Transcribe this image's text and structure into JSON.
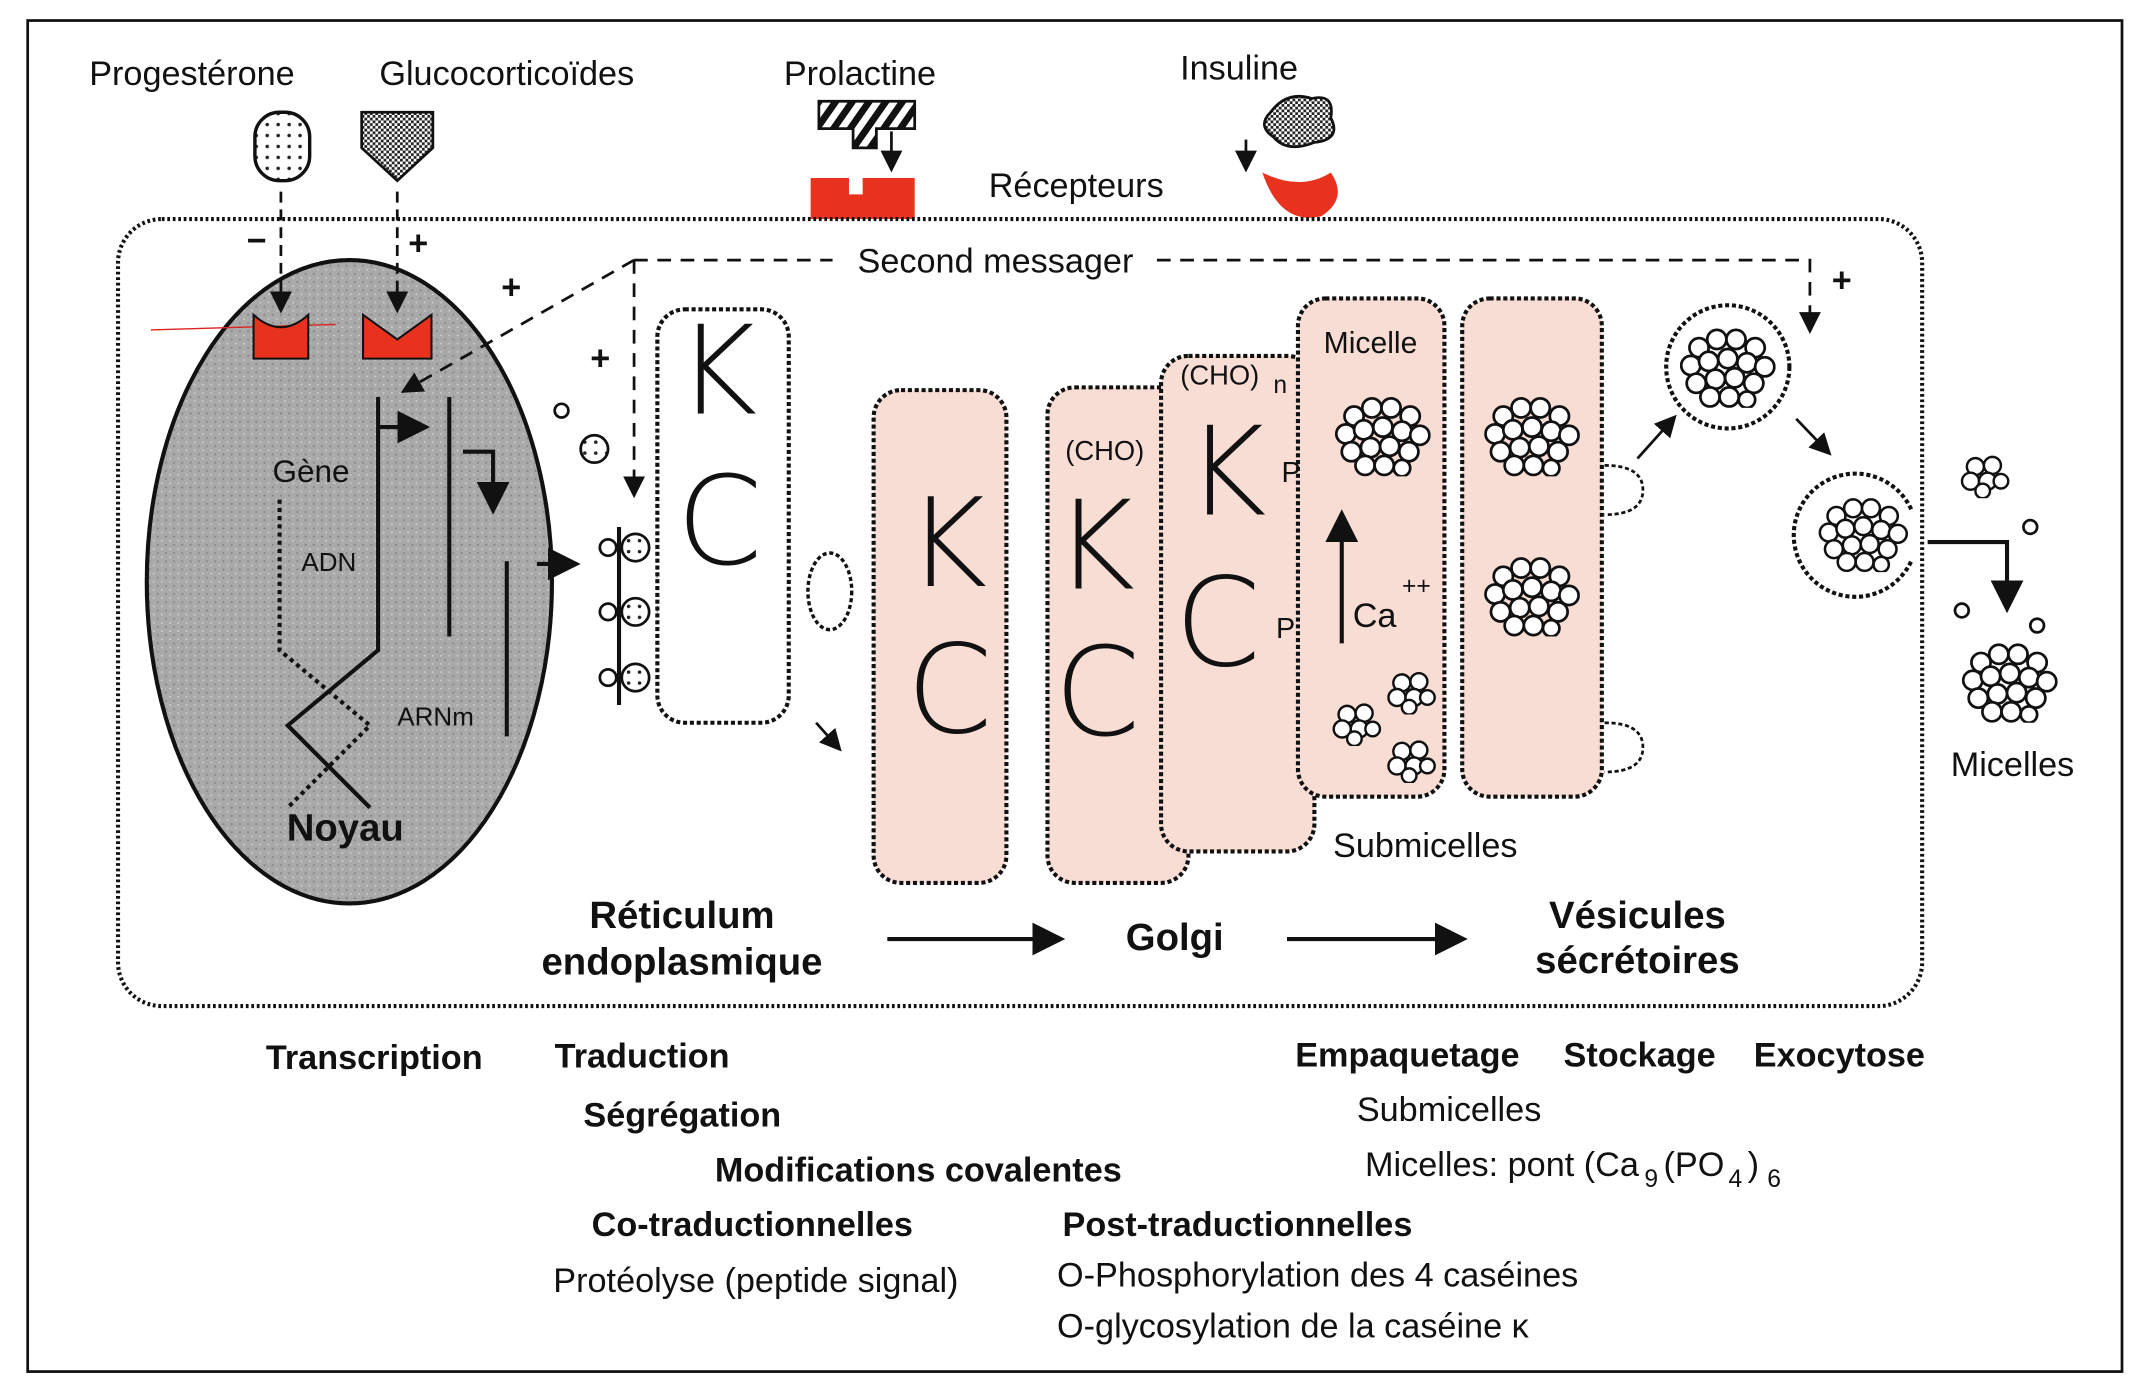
{
  "hormones": {
    "progesterone": "Progestérone",
    "glucocorticoides": "Glucocorticoïdes",
    "prolactine": "Prolactine",
    "insuline": "Insuline",
    "recepteurs": "Récepteurs"
  },
  "signs": {
    "minus": "−",
    "plus": "+"
  },
  "second_messager": "Second messager",
  "nucleus": {
    "gene": "Gène",
    "adn": "ADN",
    "arnm": "ARNm",
    "noyau": "Noyau"
  },
  "proteins": {
    "k": "K",
    "c": "C",
    "cho": "(CHO)",
    "cho_n": "(CHO)",
    "n": "n",
    "p": "P",
    "ca": "Ca",
    "ca_charge": "++"
  },
  "compartments": {
    "micelle": "Micelle",
    "submicelles": "Submicelles",
    "micelles": "Micelles",
    "reticulum_1": "Réticulum",
    "reticulum_2": "endoplasmique",
    "golgi": "Golgi",
    "vesicules_1": "Vésicules",
    "vesicules_2": "sécrétoires"
  },
  "steps": {
    "transcription": "Transcription",
    "traduction": "Traduction",
    "segregation": "Ségrégation",
    "modifications": "Modifications covalentes",
    "cotrad": "Co-traductionnelles",
    "proteolyse": "Protéolyse (peptide signal)",
    "posttrad": "Post-traductionnelles",
    "phospho": "O-Phosphorylation des 4 caséines",
    "glyco": "O-glycosylation de la caséine κ",
    "empaquetage": "Empaquetage",
    "stockage": "Stockage",
    "exocytose": "Exocytose",
    "submicelles": "Submicelles",
    "micelles_pont": "Micelles: pont (Ca",
    "sub9": "9",
    "po4": "(PO",
    "sub4": "4",
    "close": ")",
    "sub6": "6"
  },
  "colors": {
    "receptor": "#e8321e",
    "golgi_fill": "#f8ddd5",
    "nucleus": "#a9a9a9"
  }
}
